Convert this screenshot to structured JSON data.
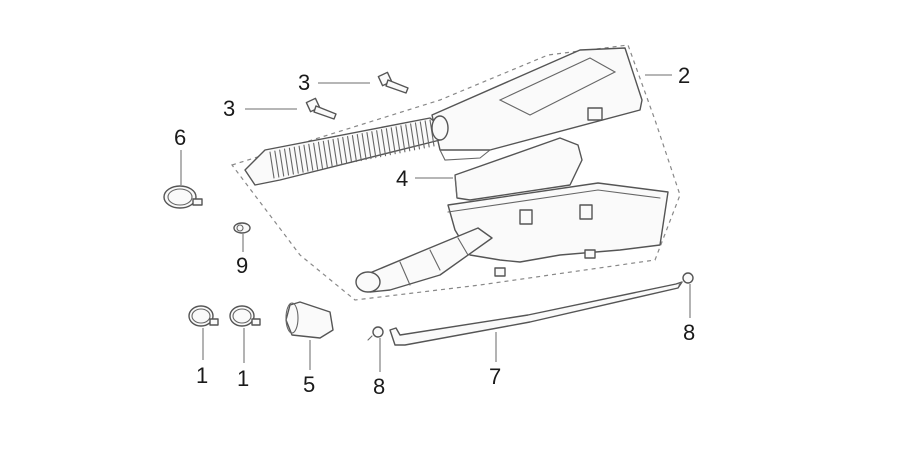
{
  "diagram": {
    "title": "Air cleaner assembly exploded view",
    "callouts": [
      {
        "id": "callout-1a",
        "number": "1",
        "part": "hose-clamp"
      },
      {
        "id": "callout-1b",
        "number": "1",
        "part": "hose-clamp"
      },
      {
        "id": "callout-2",
        "number": "2",
        "part": "air-cleaner-case-assembly"
      },
      {
        "id": "callout-3a",
        "number": "3",
        "part": "flange-bolt"
      },
      {
        "id": "callout-3b",
        "number": "3",
        "part": "flange-bolt"
      },
      {
        "id": "callout-4",
        "number": "4",
        "part": "air-filter-element"
      },
      {
        "id": "callout-5",
        "number": "5",
        "part": "connecting-tube"
      },
      {
        "id": "callout-6",
        "number": "6",
        "part": "hose-clamp"
      },
      {
        "id": "callout-7",
        "number": "7",
        "part": "drain-hose"
      },
      {
        "id": "callout-8a",
        "number": "8",
        "part": "spring-clip"
      },
      {
        "id": "callout-8b",
        "number": "8",
        "part": "spring-clip"
      },
      {
        "id": "callout-9",
        "number": "9",
        "part": "plug"
      }
    ]
  }
}
